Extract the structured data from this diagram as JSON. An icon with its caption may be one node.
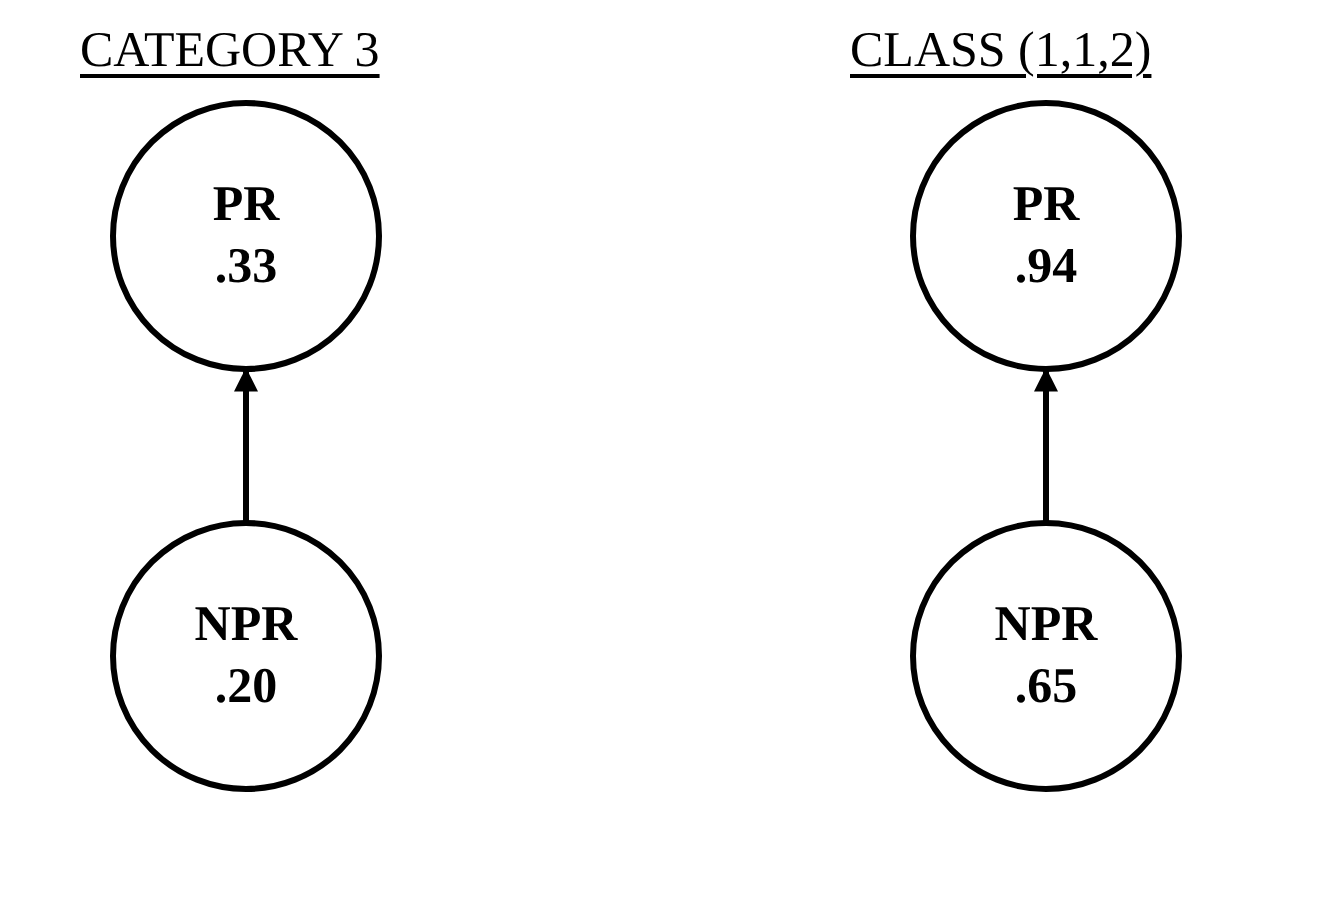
{
  "diagram": {
    "nodes": [
      {
        "text": [
          "PR",
          ".33"
        ]
      },
      {
        "text": [
          "PR",
          ".94"
        ]
      },
      {
        "text": [
          "NPR",
          ".20"
        ]
      },
      {
        "text": [
          "NPR",
          ".65"
        ]
      }
    ],
    "edges": [
      {
        "from": 2,
        "to": 0,
        "arrow": "to"
      },
      {
        "from": 3,
        "to": 1,
        "arrow": "to"
      }
    ],
    "labels": [
      "CATEGORY 3",
      "CLASS (1,1,2)"
    ]
  }
}
